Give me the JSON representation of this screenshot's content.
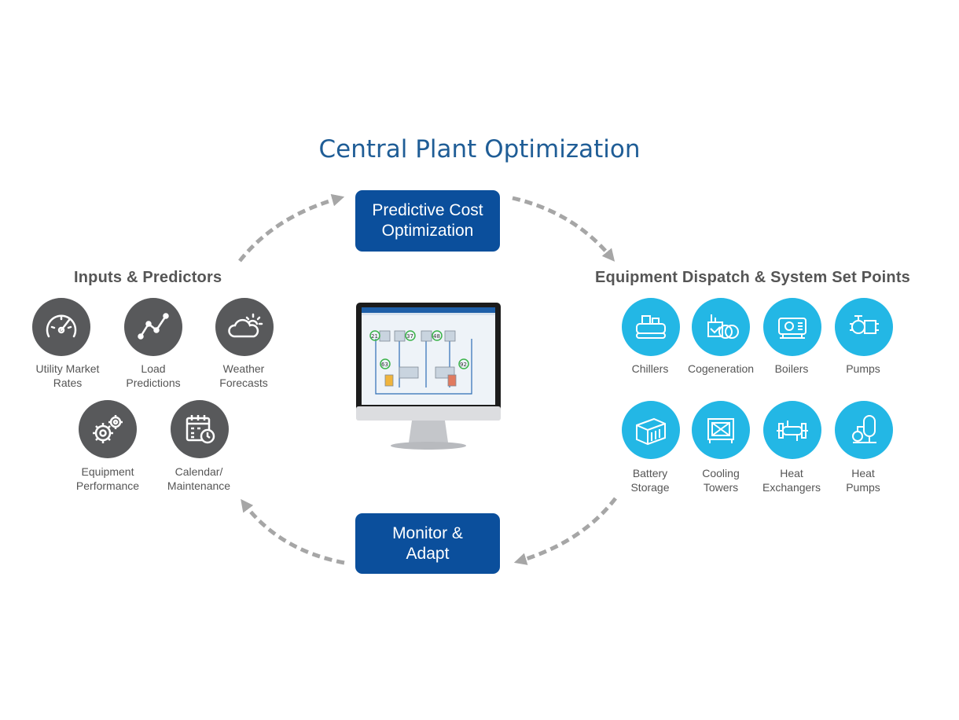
{
  "title": "Central Plant Optimization",
  "top_box": "Predictive Cost\nOptimization",
  "bottom_box": "Monitor &\nAdapt",
  "inputs": {
    "heading": "Inputs & Predictors",
    "items": [
      {
        "label": "Utility Market\nRates",
        "icon": "speedometer-icon"
      },
      {
        "label": "Load\nPredictions",
        "icon": "line-chart-icon"
      },
      {
        "label": "Weather\nForecasts",
        "icon": "partly-cloudy-icon"
      },
      {
        "label": "Equipment\nPerformance",
        "icon": "gears-icon"
      },
      {
        "label": "Calendar/\nMaintenance",
        "icon": "calendar-clock-icon"
      }
    ]
  },
  "equipment": {
    "heading": "Equipment Dispatch & System Set Points",
    "items": [
      {
        "label": "Chillers",
        "icon": "chiller-icon"
      },
      {
        "label": "Cogeneration",
        "icon": "cogeneration-icon"
      },
      {
        "label": "Boilers",
        "icon": "boiler-icon"
      },
      {
        "label": "Pumps",
        "icon": "pump-icon"
      },
      {
        "label": "Battery\nStorage",
        "icon": "battery-storage-icon"
      },
      {
        "label": "Cooling\nTowers",
        "icon": "cooling-tower-icon"
      },
      {
        "label": "Heat\nExchangers",
        "icon": "heat-exchanger-icon"
      },
      {
        "label": "Heat\nPumps",
        "icon": "heat-pump-icon"
      }
    ]
  },
  "monitor_screen": {
    "values": [
      "21",
      "37",
      "48",
      "63",
      "92"
    ]
  },
  "colors": {
    "title": "#1f5d96",
    "box": "#0b4f9c",
    "gray_icon": "#58595b",
    "cyan_icon": "#23b7e5",
    "arrow": "#a6a6a6"
  }
}
